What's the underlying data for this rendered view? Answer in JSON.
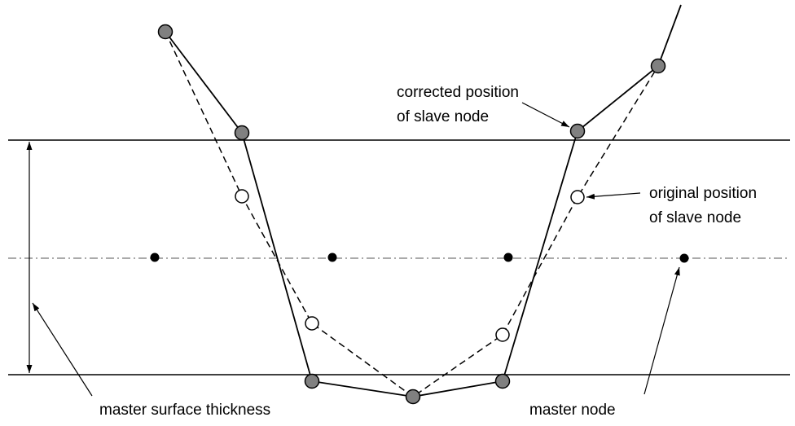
{
  "labels": {
    "corrected_line1": "corrected position",
    "corrected_line2": "of slave node",
    "original_line1": "original position",
    "original_line2": "of slave node",
    "thickness": "master surface thickness",
    "master_node": "master node"
  },
  "colors": {
    "line": "#000000",
    "corrected_node_fill": "#808080",
    "original_node_fill": "#ffffff",
    "master_node_fill": "#000000",
    "background": "#ffffff"
  }
}
